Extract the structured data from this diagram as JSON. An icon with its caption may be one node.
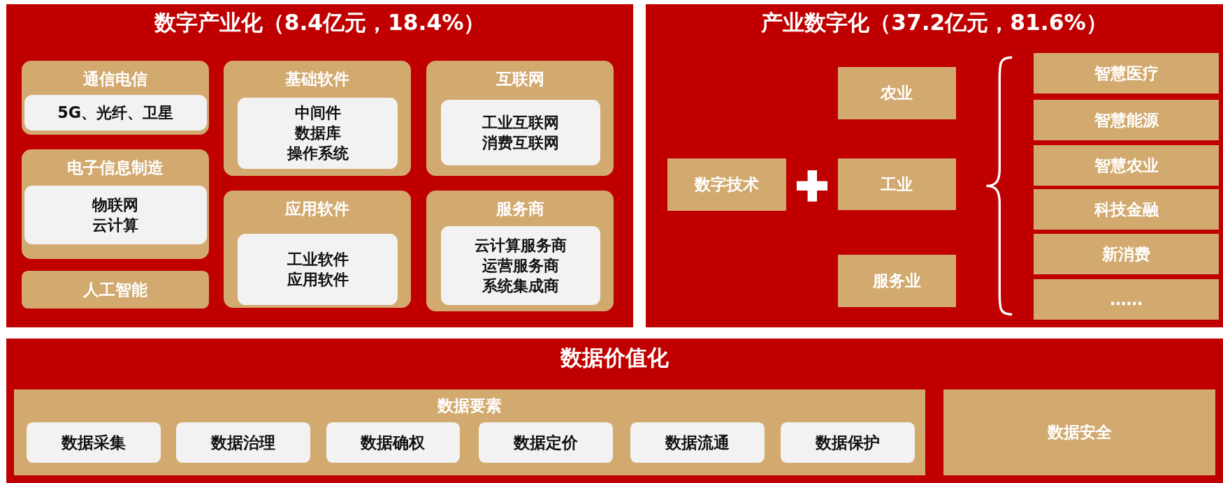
{
  "diagram": {
    "nodes": [
      {
        "text": [
          "数字产业化（8.4亿元，18.4%）"
        ]
      },
      {
        "text": [
          "通信电信"
        ],
        "in": 0
      },
      {
        "text": [
          "5G、光纤、卫星"
        ],
        "in": 1
      },
      {
        "text": [
          "电子信息制造"
        ],
        "in": 0
      },
      {
        "text": [
          "物联网",
          "云计算"
        ],
        "in": 3
      },
      {
        "text": [
          "人工智能"
        ],
        "in": 0
      },
      {
        "text": [
          "基础软件"
        ],
        "in": 0
      },
      {
        "text": [
          "中间件",
          "数据库",
          "操作系统"
        ],
        "in": 6
      },
      {
        "text": [
          "应用软件"
        ],
        "in": 0
      },
      {
        "text": [
          "工业软件",
          "应用软件"
        ],
        "in": 8
      },
      {
        "text": [
          "互联网"
        ],
        "in": 0
      },
      {
        "text": [
          "工业互联网",
          "消费互联网"
        ],
        "in": 10
      },
      {
        "text": [
          "服务商"
        ],
        "in": 0
      },
      {
        "text": [
          "云计算服务商",
          "运营服务商",
          "系统集成商"
        ],
        "in": 12
      },
      {
        "text": [
          "产业数字化（37.2亿元，81.6%）"
        ]
      },
      {
        "text": [
          "数字技术"
        ],
        "in": 14
      },
      {
        "text": [
          "农业"
        ],
        "in": 14
      },
      {
        "text": [
          "工业"
        ],
        "in": 14
      },
      {
        "text": [
          "服务业"
        ],
        "in": 14
      },
      {
        "text": [
          "智慧医疗"
        ],
        "in": 14
      },
      {
        "text": [
          "智慧能源"
        ],
        "in": 14
      },
      {
        "text": [
          "智慧农业"
        ],
        "in": 14
      },
      {
        "text": [
          "科技金融"
        ],
        "in": 14
      },
      {
        "text": [
          "新消费"
        ],
        "in": 14
      },
      {
        "text": [
          "……"
        ],
        "in": 14
      },
      {
        "text": [
          "数据价值化"
        ]
      },
      {
        "text": [
          "数据要素"
        ],
        "in": 25
      },
      {
        "text": [
          "数据采集"
        ],
        "in": 26
      },
      {
        "text": [
          "数据治理"
        ],
        "in": 26
      },
      {
        "text": [
          "数据确权"
        ],
        "in": 26
      },
      {
        "text": [
          "数据定价"
        ],
        "in": 26
      },
      {
        "text": [
          "数据流通"
        ],
        "in": 26
      },
      {
        "text": [
          "数据保护"
        ],
        "in": 26
      },
      {
        "text": [
          "数据安全"
        ],
        "in": 25
      }
    ]
  }
}
